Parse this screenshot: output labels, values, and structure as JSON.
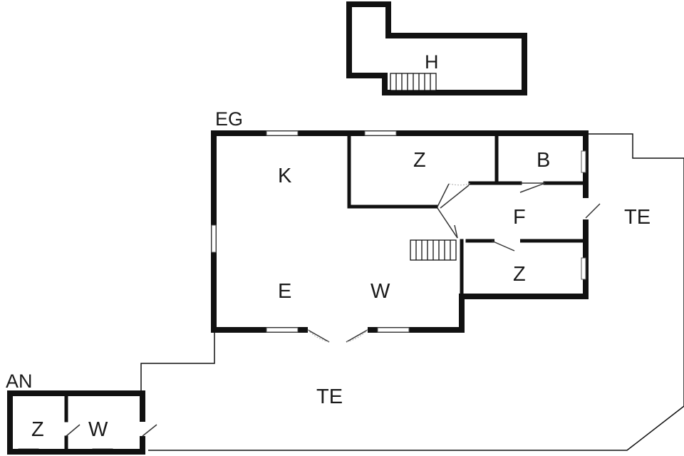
{
  "floors": {
    "upper": "H",
    "ground": "EG",
    "annex": "AN"
  },
  "rooms": {
    "upper_h": "H",
    "kitchen": "K",
    "room_z_top": "Z",
    "bath": "B",
    "hall": "F",
    "room_z_lower": "Z",
    "dining": "E",
    "living": "W",
    "terrace_right": "TE",
    "terrace_main": "TE",
    "annex_z": "Z",
    "annex_w": "W"
  },
  "colors": {
    "wall": "#111111",
    "background": "#ffffff"
  }
}
